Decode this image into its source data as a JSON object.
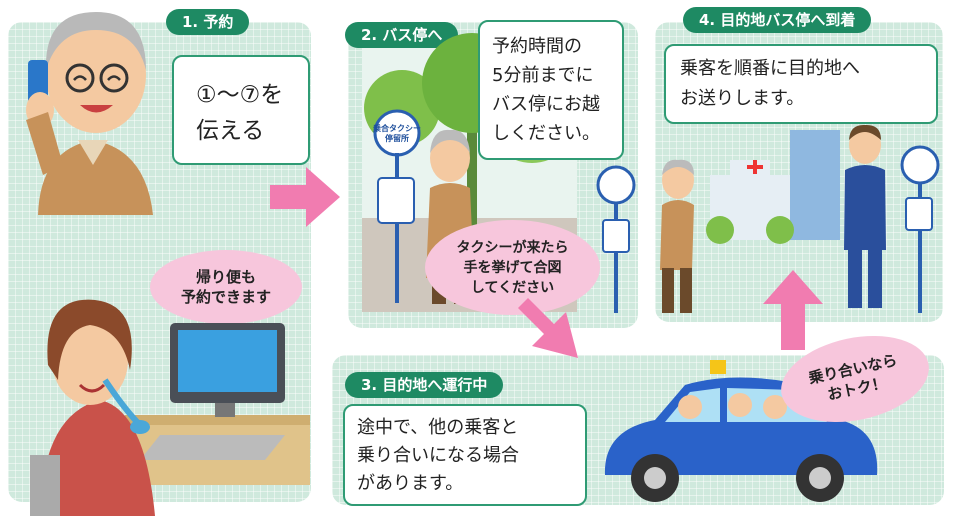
{
  "steps": [
    {
      "label": "1. 予約",
      "text_lines": [
        "①〜⑦を",
        "伝える"
      ]
    },
    {
      "label": "2. バス停へ",
      "text_lines": [
        "予約時間の",
        "5分前までに",
        "バス停にお越",
        "しください。"
      ]
    },
    {
      "label": "3. 目的地へ運行中",
      "text_lines": [
        "途中で、他の乗客と",
        "乗り合いになる場合",
        "があります。"
      ]
    },
    {
      "label": "4. 目的地バス停へ到着",
      "text_lines": [
        "乗客を順番に目的地へ",
        "お送りします。"
      ]
    }
  ],
  "bubbles": {
    "return_trip": [
      "帰り便も",
      "予約できます"
    ],
    "raise_hand": [
      "タクシーが来たら",
      "手を挙げて合図",
      "してください"
    ],
    "shared_ride": [
      "乗り合いなら",
      "おトク！"
    ]
  },
  "bus_stop_sign": {
    "line1": "乗合タクシー",
    "line2": "停留所"
  },
  "colors": {
    "panel": "#cfe9dd",
    "label": "#1e8a63",
    "arrow": "#f17cb0",
    "bubble": "#f7c6dc",
    "car": "#2a62c9"
  }
}
